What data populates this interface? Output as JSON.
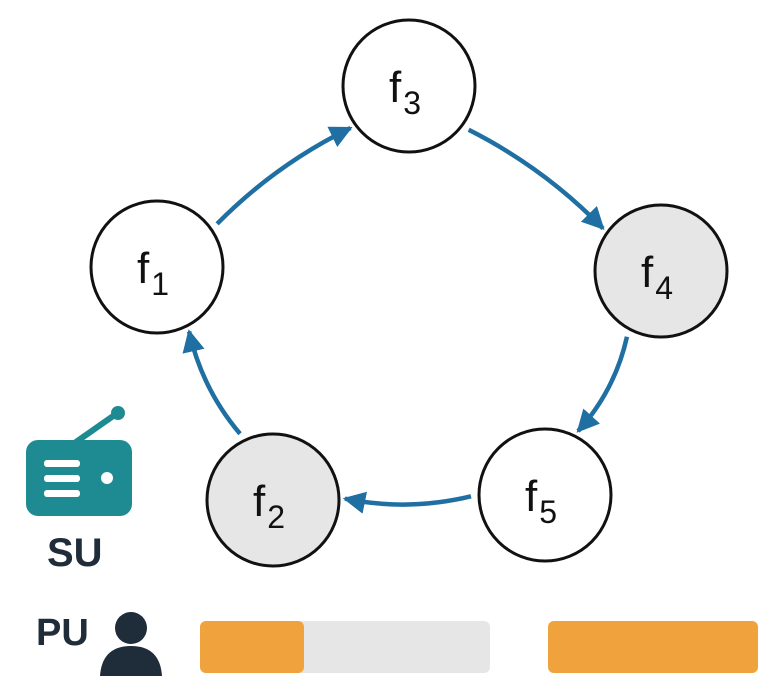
{
  "nodes": [
    {
      "id": "f1",
      "base": "f",
      "sub": "1",
      "shaded": false
    },
    {
      "id": "f3",
      "base": "f",
      "sub": "3",
      "shaded": false
    },
    {
      "id": "f4",
      "base": "f",
      "sub": "4",
      "shaded": true
    },
    {
      "id": "f5",
      "base": "f",
      "sub": "5",
      "shaded": false
    },
    {
      "id": "f2",
      "base": "f",
      "sub": "2",
      "shaded": true
    }
  ],
  "edges": [
    {
      "from": "f1",
      "to": "f3"
    },
    {
      "from": "f3",
      "to": "f4"
    },
    {
      "from": "f4",
      "to": "f5"
    },
    {
      "from": "f5",
      "to": "f2"
    },
    {
      "from": "f2",
      "to": "f1"
    }
  ],
  "su": {
    "label": "SU",
    "icon": "radio-icon"
  },
  "pu": {
    "label": "PU",
    "icon": "person-icon"
  },
  "pu_bars": [
    {
      "name": "bar-1",
      "occupied_fraction": 0.36
    },
    {
      "name": "bar-2",
      "occupied_fraction": 1.0
    }
  ],
  "colors": {
    "arrow": "#1f6fa3",
    "node_fill": "#ffffff",
    "node_shaded_fill": "#e6e6e6",
    "node_stroke": "#111111",
    "radio": "#1e8b93",
    "person": "#1f2d3a",
    "bar_occupied": "#f0a33d",
    "bar_free": "#e6e6e6"
  }
}
